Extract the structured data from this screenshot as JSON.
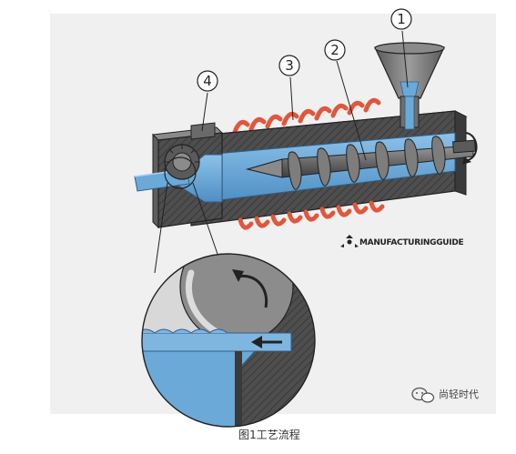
{
  "diagram": {
    "callouts": [
      {
        "id": "1",
        "label": "1"
      },
      {
        "id": "2",
        "label": "2"
      },
      {
        "id": "3",
        "label": "3"
      },
      {
        "id": "4",
        "label": "4"
      }
    ],
    "brand_logo_text": "MANUFACTURINGGUIDE",
    "watermark_text": "尚轻时代",
    "caption": "图1工艺流程"
  },
  "colors": {
    "background_panel": "#f0f0f1",
    "steel_dark": "#4a4a4a",
    "steel_mid": "#6e6e6e",
    "steel_light": "#a8a8a8",
    "melt_blue": "#6aa9d8",
    "melt_blue_dark": "#3f7fb3",
    "heater_red": "#e0573c",
    "outline": "#222222"
  }
}
